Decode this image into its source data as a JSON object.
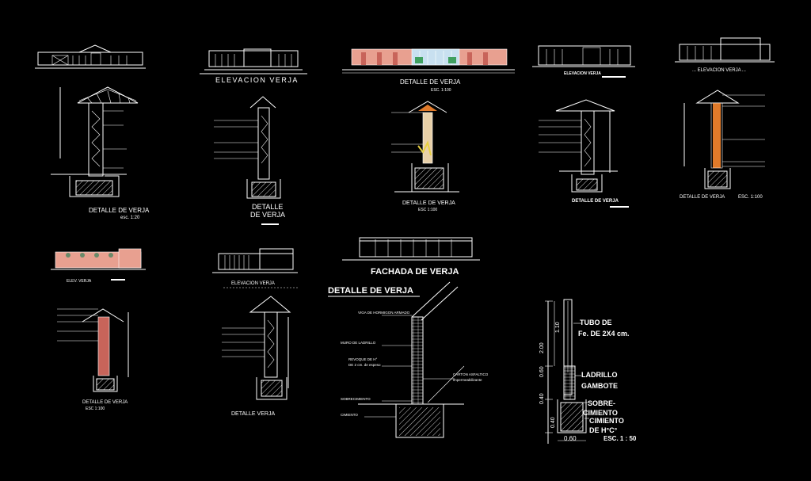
{
  "drawing": {
    "colors": {
      "background": "#000000",
      "line": "#ffffff",
      "brick_red": "#c8645a",
      "brick_orange": "#e07a2a",
      "wall_beige": "#e8d0a8",
      "wall_pink": "#e8a090",
      "roof_gray": "#b0b0b0",
      "foliage_yellow": "#e8d040"
    },
    "titles": {
      "elev_verja_1": "ELEVACION VERJA",
      "detalle_verja_top": "DETALLE DE VERJA",
      "detalle_verja_top_scale": "ESC. 1:100",
      "elev_verja_4": "ELEVACION VERJA",
      "elev_verja_5": "... ELEVACION VERJA ...",
      "detalle_1": "DETALLE DE VERJA",
      "detalle_1_scale": "esc. 1:20",
      "detalle_2_line1": "DETALLE",
      "detalle_2_line2": "DE VERJA",
      "detalle_3": "DETALLE DE VERJA",
      "detalle_3_scale": "ESC 1:100",
      "detalle_4": "DETALLE DE VERJA",
      "detalle_5": "DETALLE DE VERJA",
      "detalle_5_scale": "ESC. 1:100",
      "elev_verja_row2_1": "ELEV. VERJA",
      "elev_verja_row2_2": "ELEVACION VERJA",
      "fachada": "FACHADA DE VERJA",
      "detalle_main": "DETALLE DE VERJA",
      "detalle_row2_1": "DETALLE DE VERJA",
      "detalle_row2_1_scale": "ESC 1:100",
      "detalle_row2_2": "DETALLE VERJA"
    },
    "main_detail_notes": {
      "viga": "VIGA DE HORMIGON ARMADO",
      "muro": "MURO DE LADRILLO",
      "revoque": "REVOQUE DE H°",
      "revoque_2": "DE 2 cm. de espeso",
      "carton": "CARTON ASFALTICO",
      "carton_2": "impermeabilizante",
      "sobrecimiento": "SOBRECIMIENTO",
      "cimiento": "CIMIENTO"
    },
    "section_detail": {
      "tubo_line1": "TUBO DE",
      "tubo_line2": "Fe. DE 2X4 cm.",
      "ladrillo_line1": "LADRILLO",
      "ladrillo_line2": "GAMBOTE",
      "sobre_line1": "SOBRE-",
      "sobre_line2": "CIMIENTO",
      "cimiento_line1": "CIMIENTO",
      "cimiento_line2": "DE H°C°",
      "scale": "ESC. 1 : 50",
      "dim_total": "2.00",
      "dim_top": "1.10",
      "dim_mid": "0.60",
      "dim_low": "0.40",
      "dim_base": "0.40",
      "dim_width": "0.60"
    }
  }
}
